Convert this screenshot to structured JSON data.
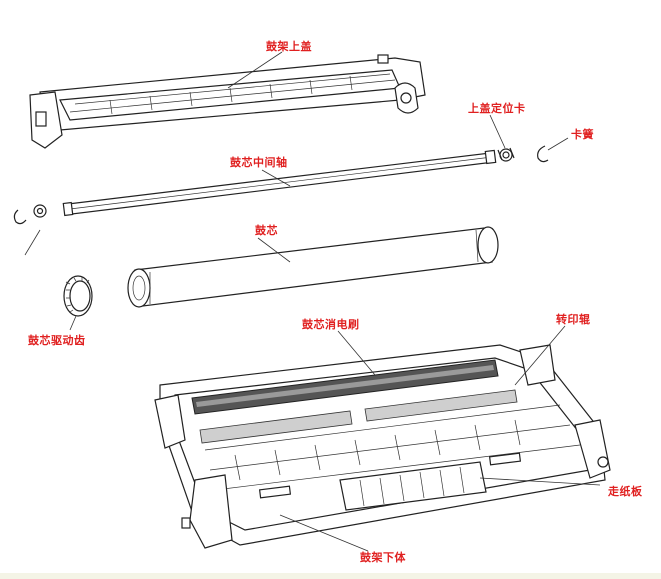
{
  "labels": {
    "drum_upper_frame": "鼓架上盖",
    "upper_cover_locator": "上盖定位卡",
    "spring_clip": "卡簧",
    "drum_center_shaft": "鼓芯中间轴",
    "drum": "鼓芯",
    "drum_drive_gear": "鼓芯驱动齿",
    "drum_cleaning_brush": "鼓芯消电刷",
    "transfer_roller": "转印辊",
    "paper_guide": "走纸板",
    "drum_lower_frame": "鼓架下体"
  },
  "colors": {
    "label": "#e02020",
    "line_art": "#222222",
    "background": "#ffffff"
  }
}
